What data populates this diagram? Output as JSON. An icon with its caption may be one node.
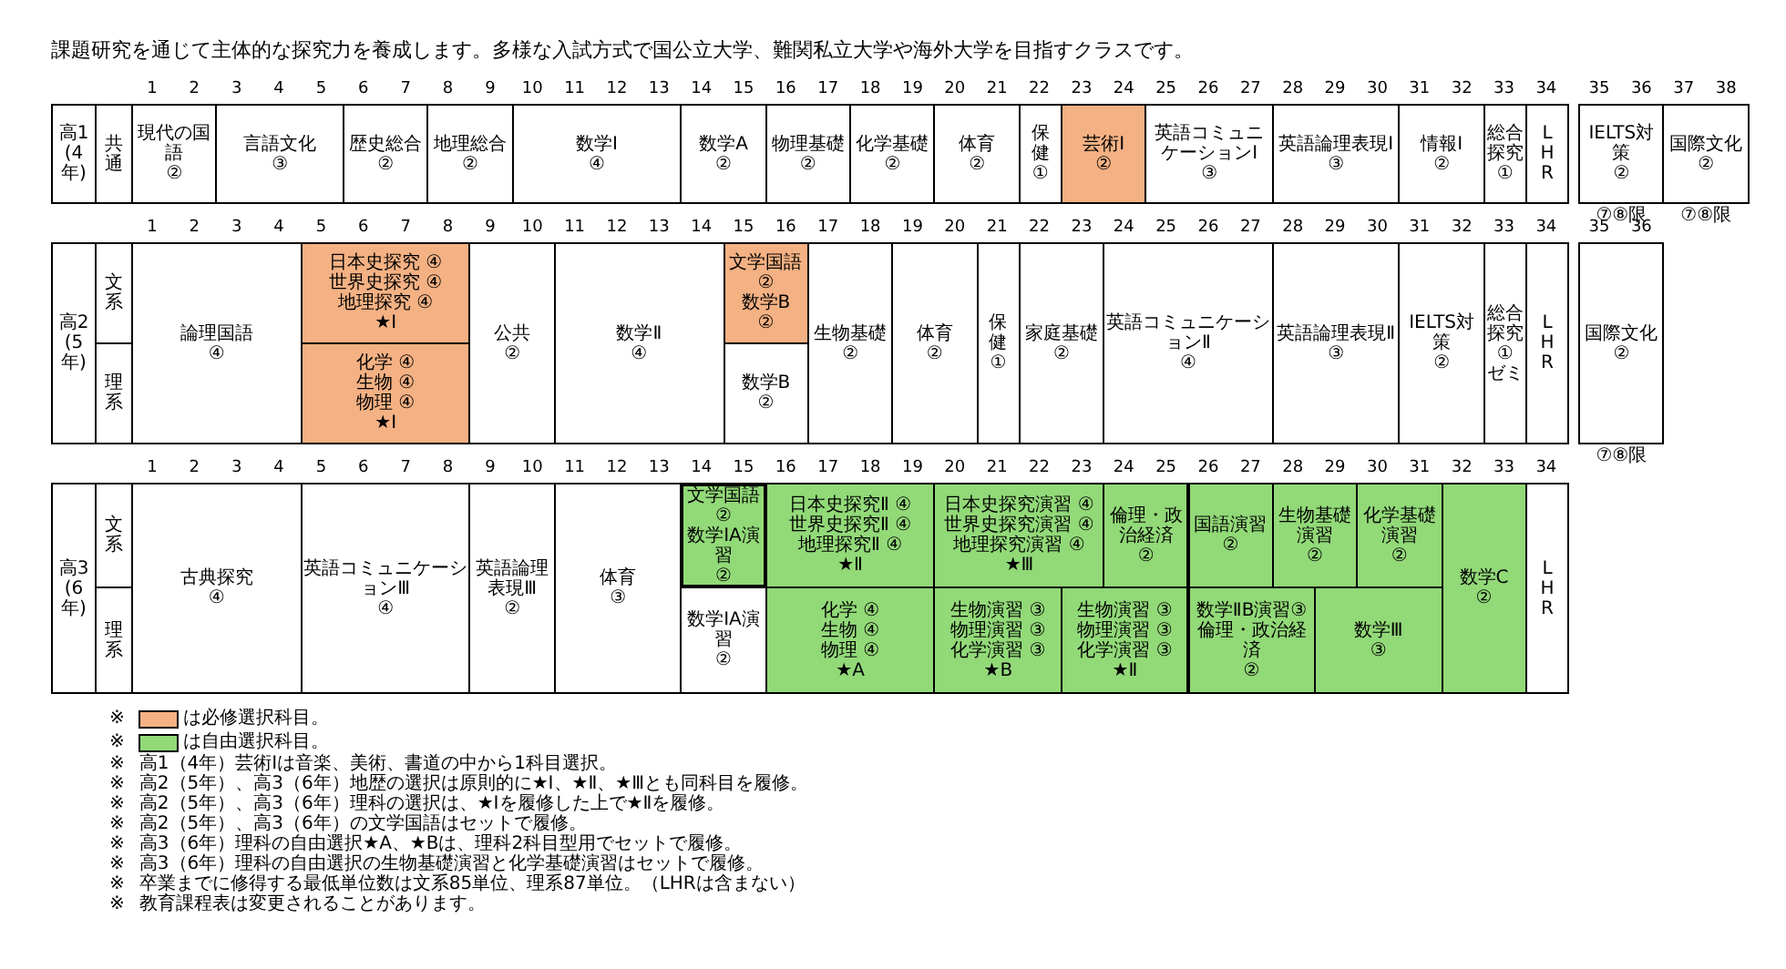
{
  "diagram": {
    "title": "課題研究を通じて主体的な探究力を養成します。多様な入試方式で国公立大学、難関私立大学や海外大学を目指すクラスです。",
    "nodes": [
      {
        "text": [
          "高1",
          "(4年)"
        ]
      },
      {
        "text": [
          "共通"
        ]
      },
      {
        "text": [
          "現代の国語",
          "②"
        ]
      },
      {
        "text": [
          "言語文化",
          "③"
        ]
      },
      {
        "text": [
          "歴史総合",
          "②"
        ]
      },
      {
        "text": [
          "地理総合",
          "②"
        ]
      },
      {
        "text": [
          "数学Ⅰ",
          "④"
        ]
      },
      {
        "text": [
          "数学A",
          "②"
        ]
      },
      {
        "text": [
          "物理基礎",
          "②"
        ]
      },
      {
        "text": [
          "化学基礎",
          "②"
        ]
      },
      {
        "text": [
          "体育",
          "②"
        ]
      },
      {
        "text": [
          "保健",
          "①"
        ]
      },
      {
        "text": [
          "芸術Ⅰ",
          "②"
        ]
      },
      {
        "text": [
          "英語コミュニケーションⅠ",
          "③"
        ]
      },
      {
        "text": [
          "英語論理表現Ⅰ",
          "③"
        ]
      },
      {
        "text": [
          "情報Ⅰ",
          "②"
        ]
      },
      {
        "text": [
          "総合探究",
          "①"
        ]
      },
      {
        "text": [
          "LHR"
        ]
      },
      {
        "text": [
          "IELTS対策",
          "②"
        ],
        "beside": [
          "⑦⑧限"
        ]
      },
      {
        "text": [
          "国際文化",
          "②"
        ],
        "beside": [
          "⑦⑧限"
        ]
      },
      {
        "text": [
          "高2",
          "(5年)"
        ]
      },
      {
        "text": [
          "文系"
        ]
      },
      {
        "text": [
          "理系"
        ]
      },
      {
        "text": [
          "論理国語",
          "④"
        ]
      },
      {
        "text": [
          "日本史探究 ④",
          "世界史探究 ④",
          "地理探究 ④",
          "★Ⅰ"
        ]
      },
      {
        "text": [
          "化学 ④",
          "生物 ④",
          "物理 ④",
          "★Ⅰ"
        ]
      },
      {
        "text": [
          "公共",
          "②"
        ]
      },
      {
        "text": [
          "数学Ⅱ",
          "④"
        ]
      },
      {
        "text": [
          "文学国語",
          "②",
          "数学B",
          "②"
        ]
      },
      {
        "text": [
          "数学B",
          "②"
        ]
      },
      {
        "text": [
          "生物基礎",
          "②"
        ]
      },
      {
        "text": [
          "体育",
          "②"
        ]
      },
      {
        "text": [
          "保健",
          "①"
        ]
      },
      {
        "text": [
          "家庭基礎",
          "②"
        ]
      },
      {
        "text": [
          "英語コミュニケーションⅡ",
          "④"
        ]
      },
      {
        "text": [
          "英語論理表現Ⅱ",
          "③"
        ]
      },
      {
        "text": [
          "IELTS対策",
          "②"
        ]
      },
      {
        "text": [
          "総合探究",
          "①",
          "ゼミ"
        ]
      },
      {
        "text": [
          "LHR"
        ]
      },
      {
        "text": [
          "国際文化",
          "②"
        ],
        "beside": [
          "⑦⑧限"
        ]
      },
      {
        "text": [
          "高3",
          "(6年)"
        ]
      },
      {
        "text": [
          "文系"
        ]
      },
      {
        "text": [
          "理系"
        ]
      },
      {
        "text": [
          "古典探究",
          "④"
        ]
      },
      {
        "text": [
          "英語コミュニケーションⅢ",
          "④"
        ]
      },
      {
        "text": [
          "英語論理表現Ⅲ",
          "②"
        ]
      },
      {
        "text": [
          "体育",
          "③"
        ]
      },
      {
        "text": [
          "文学国語",
          "②",
          "数学ⅠA演習",
          "②"
        ]
      },
      {
        "text": [
          "数学ⅠA演習",
          "②"
        ]
      },
      {
        "text": [
          "日本史探究Ⅱ ④",
          "世界史探究Ⅱ ④",
          "地理探究Ⅱ ④",
          "★Ⅱ"
        ]
      },
      {
        "text": [
          "化学 ④",
          "生物 ④",
          "物理 ④",
          "★A"
        ]
      },
      {
        "text": [
          "日本史探究演習 ④",
          "世界史探究演習 ④",
          "地理探究演習 ④",
          "★Ⅲ"
        ]
      },
      {
        "text": [
          "生物演習 ③",
          "物理演習 ③",
          "化学演習 ③",
          "★B"
        ]
      },
      {
        "text": [
          "生物演習 ③",
          "物理演習 ③",
          "化学演習 ③",
          "★Ⅱ"
        ]
      },
      {
        "text": [
          "倫理・政治経済",
          "②"
        ]
      },
      {
        "text": [
          "国語演習",
          "②"
        ]
      },
      {
        "text": [
          "数学ⅡB演習③",
          "倫理・政治経済",
          "②"
        ]
      },
      {
        "text": [
          "生物基礎演習",
          "②"
        ]
      },
      {
        "text": [
          "化学基礎演習",
          "②"
        ]
      },
      {
        "text": [
          "数学Ⅲ",
          "③"
        ]
      },
      {
        "text": [
          "数学C",
          "②"
        ]
      },
      {
        "text": [
          "LHR"
        ]
      }
    ],
    "labels": [
      "1",
      "2",
      "3",
      "4",
      "5",
      "6",
      "7",
      "8",
      "9",
      "10",
      "11",
      "12",
      "13",
      "14",
      "15",
      "16",
      "17",
      "18",
      "19",
      "20",
      "21",
      "22",
      "23",
      "24",
      "25",
      "26",
      "27",
      "28",
      "29",
      "30",
      "31",
      "32",
      "33",
      "34",
      "35",
      "36",
      "37",
      "38",
      "1",
      "2",
      "3",
      "4",
      "5",
      "6",
      "7",
      "8",
      "9",
      "10",
      "11",
      "12",
      "13",
      "14",
      "15",
      "16",
      "17",
      "18",
      "19",
      "20",
      "21",
      "22",
      "23",
      "24",
      "25",
      "26",
      "27",
      "28",
      "29",
      "30",
      "31",
      "32",
      "33",
      "34",
      "35",
      "36",
      "1",
      "2",
      "3",
      "4",
      "5",
      "6",
      "7",
      "8",
      "9",
      "10",
      "11",
      "12",
      "13",
      "14",
      "15",
      "16",
      "17",
      "18",
      "19",
      "20",
      "21",
      "22",
      "23",
      "24",
      "25",
      "26",
      "27",
      "28",
      "29",
      "30",
      "31",
      "32",
      "33",
      "34",
      "※",
      "※",
      "※",
      "高1（4年）芸術Ⅰは音楽、美術、書道の中から1科目選択。",
      "※",
      "高2（5年）、高3（6年）地歴の選択は原則的に★Ⅰ、★Ⅱ、★Ⅲとも同科目を履修。",
      "※",
      "高2（5年）、高3（6年）理科の選択は、★Ⅰを履修した上で★Ⅱを履修。",
      "※",
      "高2（5年）、高3（6年）の文学国語はセットで履修。",
      "※",
      "高3（6年）理科の自由選択★A、★Bは、理科2科目型用でセットで履修。",
      "※",
      "高3（6年）理科の自由選択の生物基礎演習と化学基礎演習はセットで履修。",
      "※",
      "卒業までに修得する最低単位数は文系85単位、理系87単位。（LHRは含まない）",
      "※",
      "教育課程表は変更されることがあります。"
    ],
    "legend": [
      {
        "text": "は必修選択科目。",
        "color": "#f4b183"
      },
      {
        "text": "は自由選択科目。",
        "color": "#92d978"
      }
    ]
  }
}
